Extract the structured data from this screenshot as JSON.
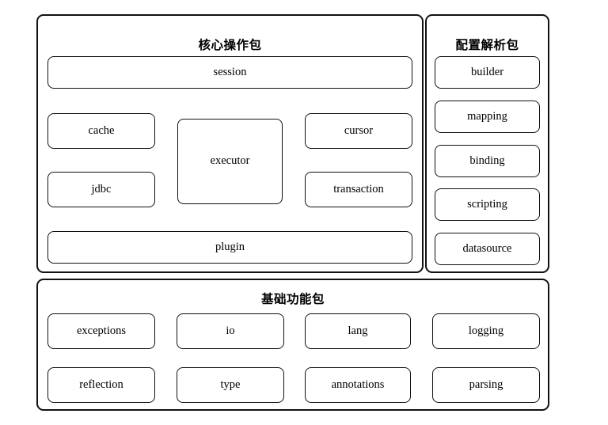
{
  "diagram": {
    "type": "architecture-package-diagram",
    "background_color": "#ffffff",
    "line_color": "#111111",
    "text_color": "#000000",
    "panels": [
      {
        "id": "core",
        "title": "核心操作包",
        "boxes": [
          {
            "id": "session",
            "label": "session"
          },
          {
            "id": "cache",
            "label": "cache"
          },
          {
            "id": "jdbc",
            "label": "jdbc"
          },
          {
            "id": "executor",
            "label": "executor"
          },
          {
            "id": "cursor",
            "label": "cursor"
          },
          {
            "id": "transaction",
            "label": "transaction"
          },
          {
            "id": "plugin",
            "label": "plugin"
          }
        ]
      },
      {
        "id": "config",
        "title": "配置解析包",
        "boxes": [
          {
            "id": "builder",
            "label": "builder"
          },
          {
            "id": "mapping",
            "label": "mapping"
          },
          {
            "id": "binding",
            "label": "binding"
          },
          {
            "id": "scripting",
            "label": "scripting"
          },
          {
            "id": "datasource",
            "label": "datasource"
          }
        ]
      },
      {
        "id": "base",
        "title": "基础功能包",
        "boxes": [
          {
            "id": "exceptions",
            "label": "exceptions"
          },
          {
            "id": "io",
            "label": "io"
          },
          {
            "id": "lang",
            "label": "lang"
          },
          {
            "id": "logging",
            "label": "logging"
          },
          {
            "id": "reflection",
            "label": "reflection"
          },
          {
            "id": "type",
            "label": "type"
          },
          {
            "id": "annotations",
            "label": "annotations"
          },
          {
            "id": "parsing",
            "label": "parsing"
          }
        ]
      }
    ]
  }
}
